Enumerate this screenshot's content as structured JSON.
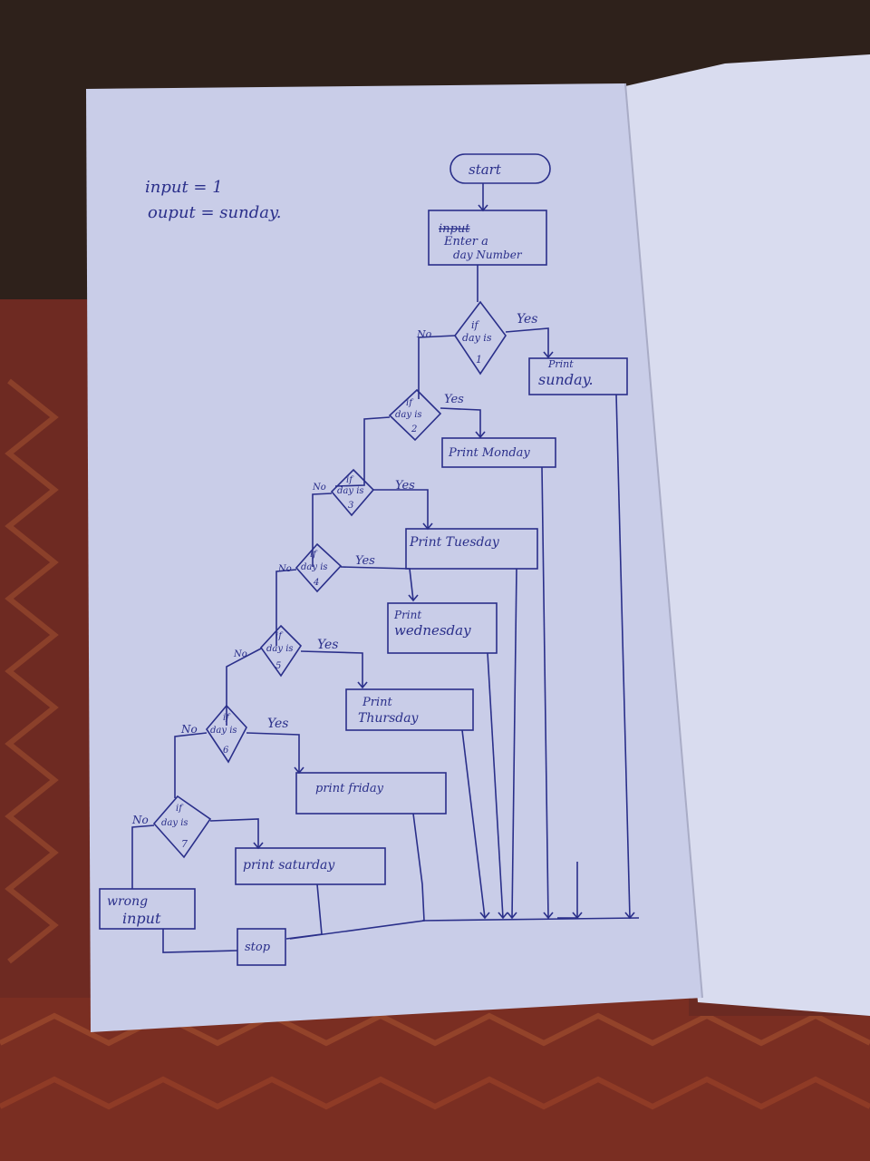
{
  "notes": {
    "line1": "input = 1",
    "line2": "ouput = sunday."
  },
  "flowchart": {
    "start": "start",
    "input_line1": "input",
    "input_line2": "Enter a",
    "input_line3": "day Number",
    "yes_label": "Yes",
    "no_label": "No",
    "decision_prefix": "if",
    "decision_mid": "day is",
    "decisions": [
      "1",
      "2",
      "3",
      "4",
      "5",
      "6",
      "7"
    ],
    "print_sunday_1": "Print",
    "print_sunday_2": "sunday.",
    "print_monday": "Print Monday",
    "print_tuesday": "Print Tuesday",
    "print_wednesday_1": "Print",
    "print_wednesday_2": "wednesday",
    "print_thursday_1": "Print",
    "print_thursday_2": "Thursday",
    "print_friday": "print friday",
    "print_saturday": "print saturday",
    "wrong_input_1": "wrong",
    "wrong_input_2": "input",
    "stop": "stop"
  },
  "colors": {
    "ink": "#2a2f8a",
    "paper": "#c9cde8",
    "paper_right": "#d9dcef",
    "background": "#3a2a22",
    "carpet": "#7a2a22"
  }
}
